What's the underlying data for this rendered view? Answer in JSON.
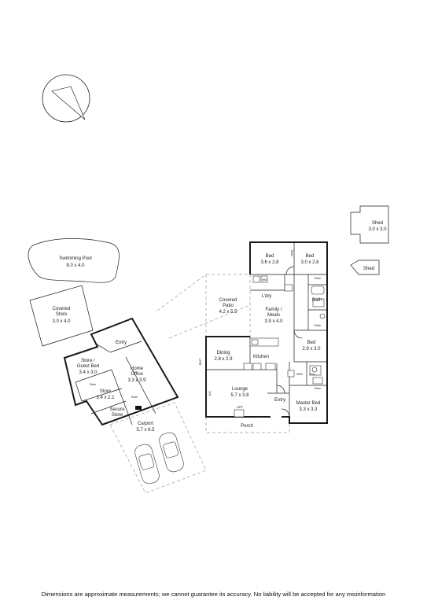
{
  "rooms": {
    "swimming_pool": {
      "name": "Swimming Pool",
      "dim": "8.0 x 4.0"
    },
    "covered_store": {
      "name1": "Covered",
      "name2": "Store",
      "dim": "3.0 x 4.0"
    },
    "shed": {
      "name": "Shed",
      "dim": "3.0 x 3.0"
    },
    "shed_small": {
      "name": "Shed"
    },
    "bed1": {
      "name": "Bed",
      "dim": "3.6 x 2.8"
    },
    "bed2": {
      "name": "Bed",
      "dim": "3.0 x 2.8"
    },
    "covered_patio": {
      "name1": "Covered",
      "name2": "Patio",
      "dim": "4.2 x 5.5"
    },
    "family_meals": {
      "name1": "Family /",
      "name2": "Meals",
      "dim": "3.9 x 4.0"
    },
    "bath": {
      "name": "Bath"
    },
    "ldry": {
      "name": "L'dry"
    },
    "bed3": {
      "name": "Bed",
      "dim": "2.9 x 3.0"
    },
    "dining": {
      "name": "Dining",
      "dim": "2.8 x 2.9"
    },
    "kitchen": {
      "name": "Kitchen"
    },
    "lounge": {
      "name": "Lounge",
      "dim": "5.7 x 3.8"
    },
    "entry_main": {
      "name": "Entry"
    },
    "master_bed": {
      "name": "Master Bed",
      "dim": "3.3 x 3.3"
    },
    "wir": {
      "name": "WIR"
    },
    "ens": {
      "name": "Ens."
    },
    "porch": {
      "name": "Porch"
    },
    "entry_annex": {
      "name": "Entry"
    },
    "store_guest_bed": {
      "name1": "Store /",
      "name2": "Guest Bed",
      "dim": "3.4 x 3.0"
    },
    "home_office": {
      "name1": "Home",
      "name2": "Office",
      "dim": "3.3 x 3.9"
    },
    "store": {
      "name": "Store",
      "dim": "3.4 x 2.1"
    },
    "secure_store": {
      "name1": "Secure",
      "name2": "Store"
    },
    "carport": {
      "name": "Carport",
      "dim": "5.7 x 6.5"
    }
  },
  "fixtures": {
    "robe": "Robe",
    "wm": "WM",
    "ofp": "OFP",
    "ac": "A/C",
    "rwt": "RWT"
  },
  "footer": {
    "disclaimer": "Dimensions are approximate measurements; we cannot guarantee its accuracy. No liability will be accepted for any misinformation"
  },
  "colors": {
    "walls": "#1a1a1a",
    "dashed_outline": "#9a9a9a",
    "background": "#ffffff"
  }
}
